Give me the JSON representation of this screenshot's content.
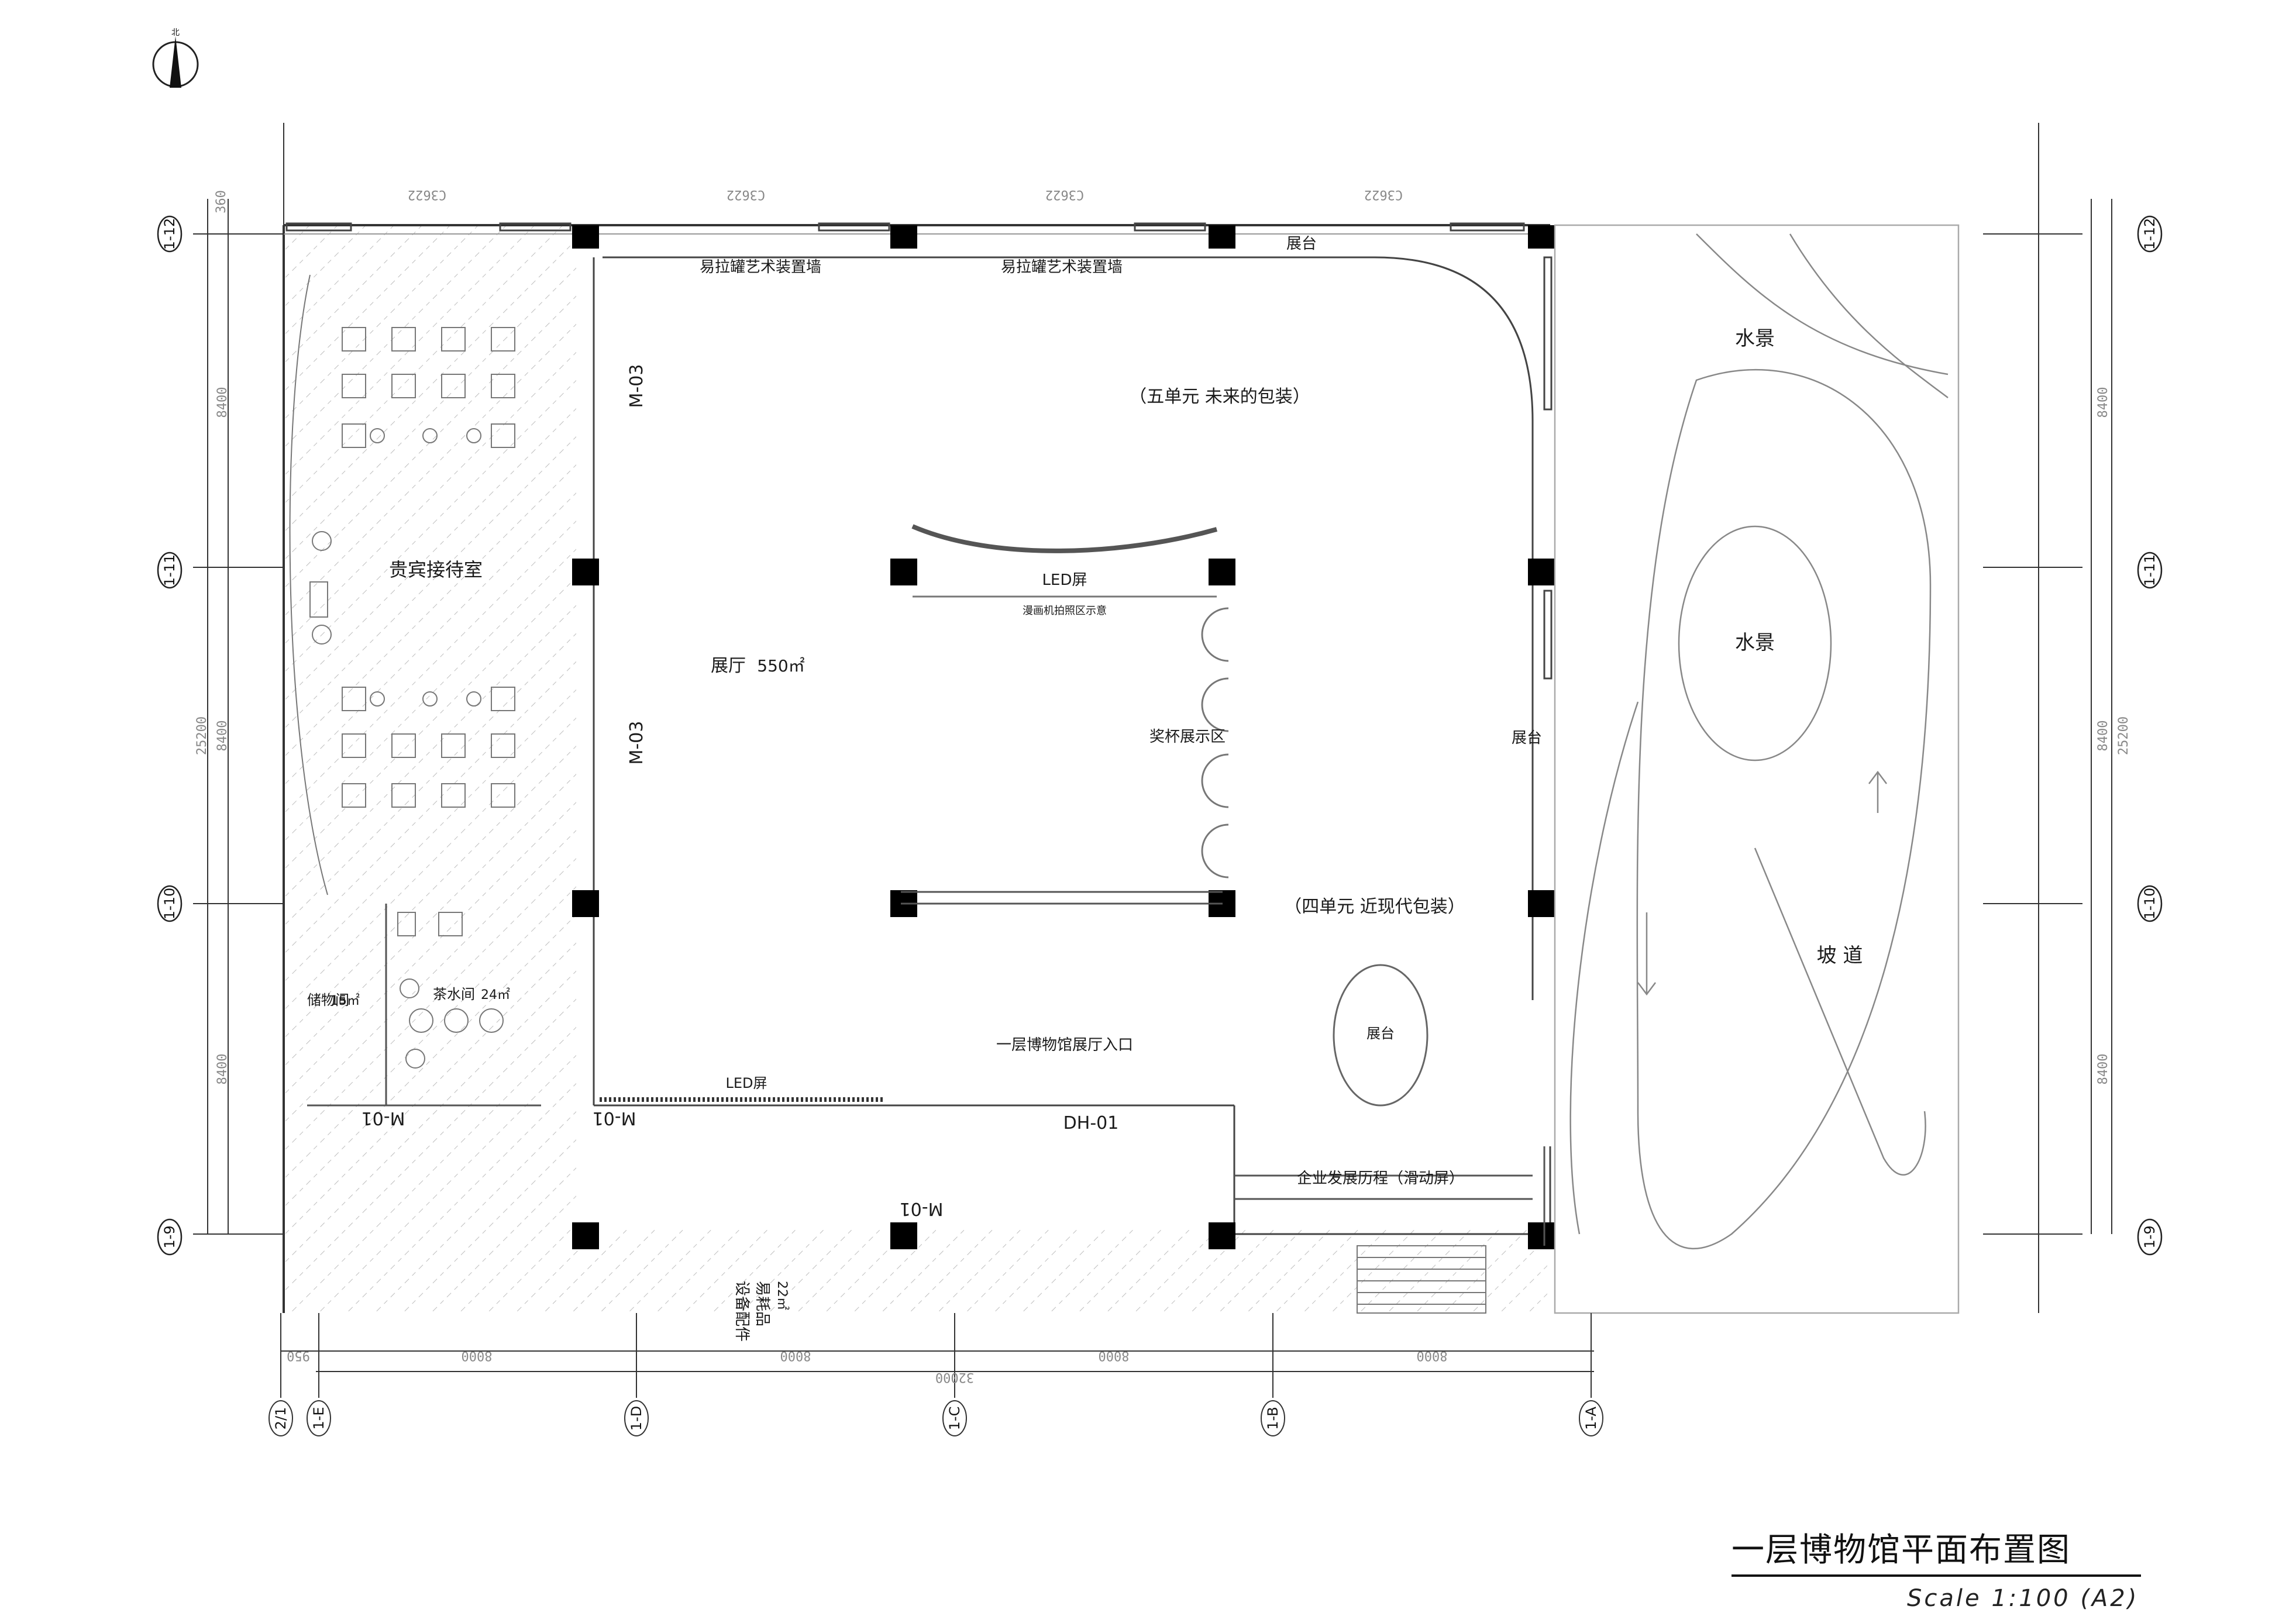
{
  "drawing": {
    "title": "一层博物馆平面布置图",
    "scale": "Scale 1:100 (A2)",
    "north": "北"
  },
  "rooms": {
    "vip_room": "贵宾接待室",
    "hall": "展厅",
    "hall_area": "550㎡",
    "storage": "储物间",
    "storage_area": "15㎡",
    "tea_room": "茶水间",
    "tea_area": "24㎡",
    "equipment_1": "设备配件",
    "equipment_2": "易耗品",
    "equipment_area": "22㎡",
    "water_1": "水景",
    "water_2": "水景",
    "ramp": "坡 道"
  },
  "labels": {
    "can_wall_1": "易拉罐艺术装置墙",
    "can_wall_2": "易拉罐艺术装置墙",
    "unit5": "（五单元  未来的包装）",
    "unit4": "（四单元  近现代包装）",
    "led_1": "LED屏",
    "led_2": "LED屏",
    "photo_area": "漫画机拍照区示意",
    "trophy": "奖杯展示区",
    "entrance": "一层博物馆展厅入口",
    "stand_1": "展台",
    "stand_2": "展台",
    "stand_3": "展台",
    "history": "企业发展历程（滑动屏）",
    "m03_a": "M-03",
    "m03_b": "M-03",
    "m01_a": "M-01",
    "m01_b": "M-01",
    "m01_c": "M-01",
    "dh01": "DH-01",
    "c3622": "C3622"
  },
  "grid_v": [
    "1-12",
    "1-11",
    "1-10",
    "1-9"
  ],
  "grid_h": [
    "2/1",
    "1-E",
    "1-D",
    "1-C",
    "1-B",
    "1-A"
  ],
  "dims": {
    "left": [
      "360",
      "8400",
      "8400",
      "8400",
      "25200"
    ],
    "bottom": [
      "950",
      "8000",
      "8000",
      "8000",
      "8000",
      "32000"
    ]
  }
}
